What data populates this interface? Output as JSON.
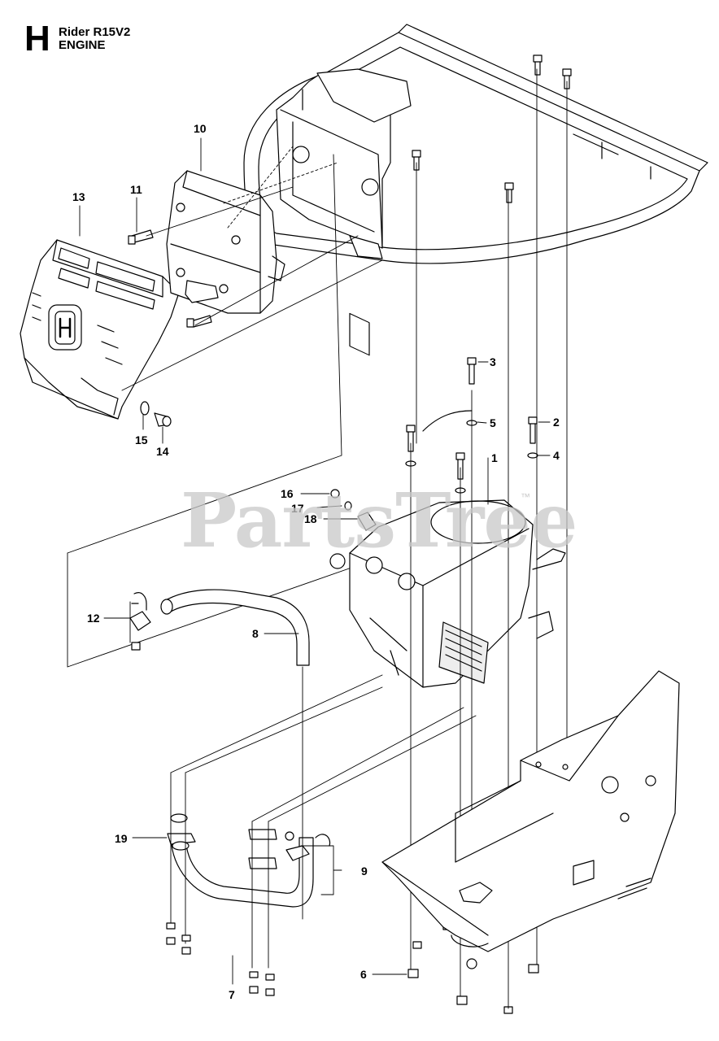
{
  "header": {
    "section_letter": "H",
    "model": "Rider R15V2",
    "section_name": "ENGINE"
  },
  "watermark": {
    "text": "PartsTree",
    "trademark": "™"
  },
  "callouts": [
    {
      "num": "1"
    },
    {
      "num": "2"
    },
    {
      "num": "3"
    },
    {
      "num": "4"
    },
    {
      "num": "5"
    },
    {
      "num": "6"
    },
    {
      "num": "7"
    },
    {
      "num": "8"
    },
    {
      "num": "9"
    },
    {
      "num": "10"
    },
    {
      "num": "11"
    },
    {
      "num": "12"
    },
    {
      "num": "13"
    },
    {
      "num": "14"
    },
    {
      "num": "15"
    },
    {
      "num": "16"
    },
    {
      "num": "17"
    },
    {
      "num": "18"
    },
    {
      "num": "19"
    }
  ]
}
